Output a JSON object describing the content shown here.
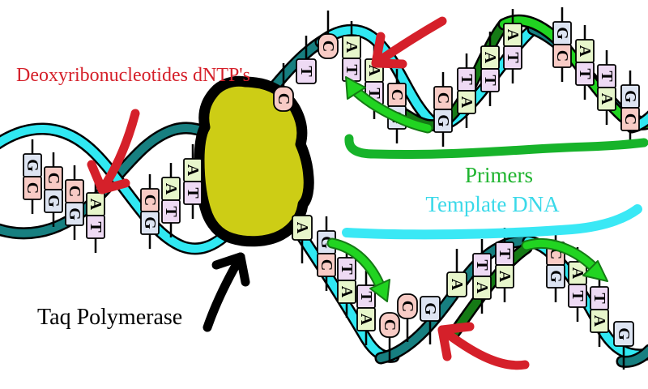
{
  "labels": {
    "dntps": "Deoxyribonucleotides dNTP's",
    "taq_polymerase": "Taq Polymerase",
    "primers": "Primers",
    "template_dna": "Template DNA"
  },
  "colors": {
    "red": "#d5202a",
    "green_bright": "#21d421",
    "green_dark": "#157a15",
    "green_line": "#17b32a",
    "green_text": "#1fb42f",
    "cyan_bright": "#30e8f2",
    "teal_dark": "#177f80",
    "cyan_line": "#3ae8f5",
    "cyan_text": "#3ad9e9",
    "taq_fill": "#cdcd15",
    "base_A": "#e7f6cb",
    "base_T": "#eedaf4",
    "base_G": "#dde4f2",
    "base_C": "#f8cbc5"
  },
  "dna": {
    "left_helix_pairs": [
      "GC",
      "CG",
      "CG",
      "AT",
      "CG",
      "AT",
      "AT"
    ],
    "top_fork_template_bases": [
      "C",
      "T",
      "C"
    ],
    "top_fork_primer_pairs": [
      "AT",
      "AT",
      "CG"
    ],
    "top_right_helix_pairs": [
      "CG",
      "TA",
      "AT",
      "AT",
      "GC",
      "AT",
      "TA",
      "GC"
    ],
    "bottom_fork_template_base": [
      "A"
    ],
    "bottom_fork_primer_pairs": [
      "GC",
      "TA",
      "TA"
    ],
    "bottom_fork_template_bases_unpaired": [
      "C",
      "C",
      "G"
    ],
    "bottom_right_left_single": [
      "A"
    ],
    "bottom_right_helix_pairs": [
      "TA",
      "TA",
      "CG",
      "AT",
      "TA"
    ],
    "bottom_right_right_single": [
      "G"
    ]
  }
}
